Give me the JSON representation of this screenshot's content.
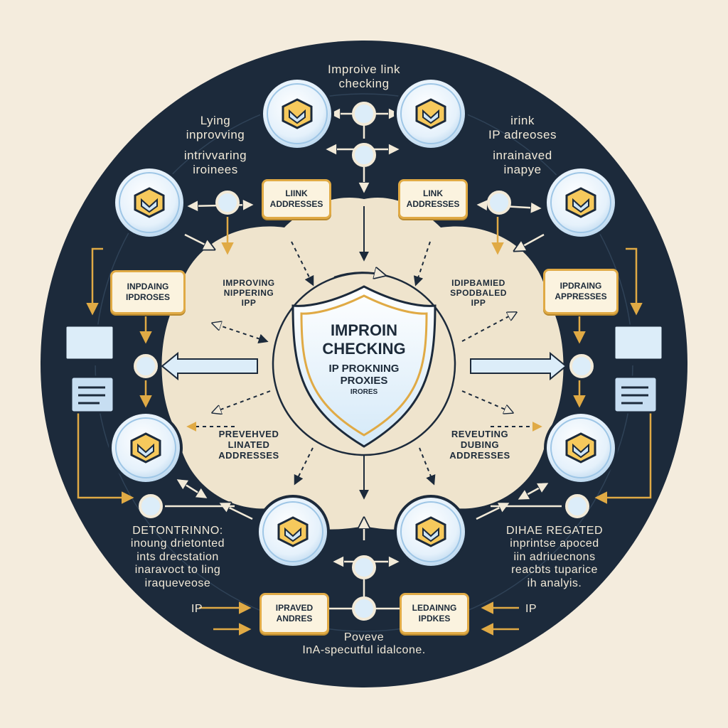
{
  "center": {
    "title_line1": "IMPROIN",
    "title_line2": "CHECKING",
    "title_line3": "IP PROKNING",
    "title_line4": "PROXIES",
    "title_line5": "IRORES"
  },
  "outer_labels": {
    "top_line1": "Improive link",
    "top_line2": "checking",
    "upper_left_line1": "Lying",
    "upper_left_line2": "inprovving",
    "upper_left_line3": "intrivvaring",
    "upper_left_line4": "iroinees",
    "upper_right_line1": "irink",
    "upper_right_line2": "IP adreoses",
    "upper_right_line3": "inrainaved",
    "upper_right_line4": "inapye",
    "lower_left_line1": "DETONTRINNO:",
    "lower_left_line2": "inoung drietonted",
    "lower_left_line3": "ints drecstation",
    "lower_left_line4": "inaravoct to ling",
    "lower_left_line5": "iraqueveose",
    "lower_left_ip": "IP",
    "lower_right_line1": "DIHAE REGATED",
    "lower_right_line2": "inprintse apoced",
    "lower_right_line3": "iin adriuecnons",
    "lower_right_line4": "reacbts tuparice",
    "lower_right_line5": "ih analyis.",
    "lower_right_ip": "IP",
    "bottom_line1": "Poveve",
    "bottom_line2": "InA-specutful idalcone."
  },
  "inner_labels": {
    "left_line1": "IMPROVING",
    "left_line2": "NIPPERING",
    "left_line3": "IPP",
    "right_line1": "IDIPBAMIED",
    "right_line2": "SPODBALED",
    "right_line3": "IPP",
    "lower_left_line1": "PREVEHVED",
    "lower_left_line2": "LINATED",
    "lower_left_line3": "ADDRESSES",
    "lower_right_line1": "REVEUTING",
    "lower_right_line2": "DUBING",
    "lower_right_line3": "ADDRESSES"
  },
  "boxes": {
    "top_left_line1": "LIINK",
    "top_left_line2": "ADDRESSES",
    "top_right_line1": "LINK",
    "top_right_line2": "ADDRESSES",
    "left_line1": "INPDAING",
    "left_line2": "IPDROSES",
    "right_line1": "IPDRAING",
    "right_line2": "APPRESSES",
    "bottom_left_line1": "IPRAVED",
    "bottom_left_line2": "ANDRES",
    "bottom_right_line1": "LEDAINNG",
    "bottom_right_line2": "IPDKES"
  },
  "colors": {
    "background": "#f4ecdd",
    "ring": "#1c2a3b",
    "inner_blob": "#efe4cd",
    "accent": "#e0aa45",
    "icon_blue": "#cfe6f7"
  }
}
